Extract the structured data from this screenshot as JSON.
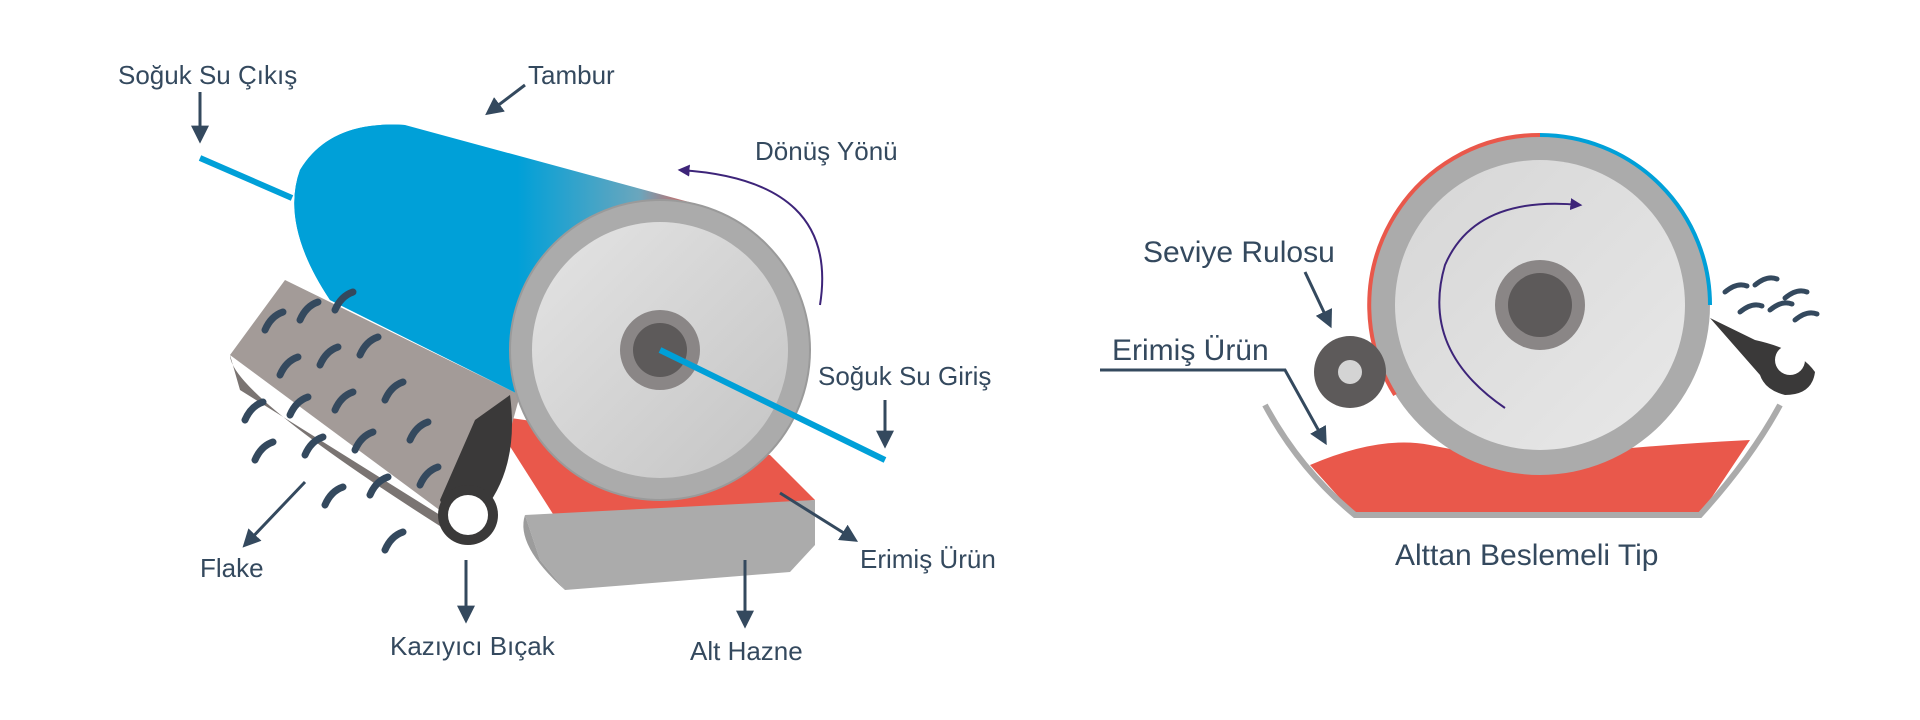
{
  "labels": {
    "cold_water_out": "Soğuk Su Çıkış",
    "drum": "Tambur",
    "rotation": "Dönüş Yönü",
    "cold_water_in": "Soğuk Su Giriş",
    "molten_product_left": "Erimiş Ürün",
    "flake": "Flake",
    "scraper_blade": "Kazıyıcı Bıçak",
    "bottom_tank": "Alt Hazne",
    "level_roller": "Seviye Rulosu",
    "molten_product_right": "Erimiş Ürün",
    "caption": "Alttan Beslemeli Tip"
  },
  "colors": {
    "water_blue": "#00a0d8",
    "molten_red": "#e9584b",
    "label_navy": "#34495e",
    "rotation_purple": "#3d2479",
    "steel_grey": "#ababab",
    "dark_grey": "#5d5a5a"
  }
}
